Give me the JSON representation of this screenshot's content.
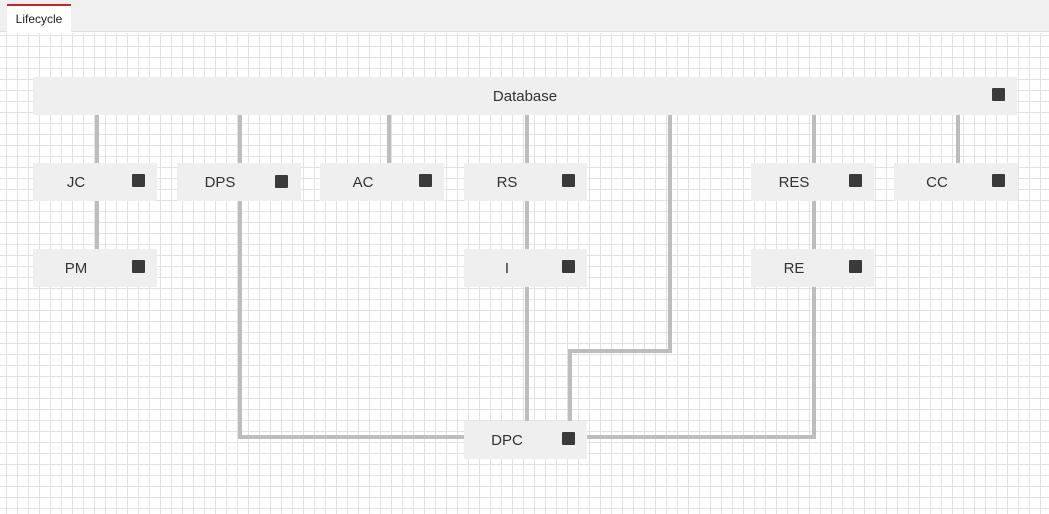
{
  "tabs": [
    {
      "label": "Lifecycle",
      "active": true
    }
  ],
  "nodes": {
    "database": {
      "label": "Database"
    },
    "jc": {
      "label": "JC"
    },
    "dps": {
      "label": "DPS"
    },
    "ac": {
      "label": "AC"
    },
    "rs": {
      "label": "RS"
    },
    "res": {
      "label": "RES"
    },
    "cc": {
      "label": "CC"
    },
    "pm": {
      "label": "PM"
    },
    "i": {
      "label": "I"
    },
    "re": {
      "label": "RE"
    },
    "dpc": {
      "label": "DPC"
    }
  },
  "colors": {
    "node_bg": "#efefef",
    "handle": "#3a3a3a",
    "wire": "#bdbdbd",
    "tab_accent": "#c0282d",
    "grid": "#e2e2e2"
  },
  "connections": [
    [
      "database",
      "jc"
    ],
    [
      "database",
      "dps"
    ],
    [
      "database",
      "ac"
    ],
    [
      "database",
      "rs"
    ],
    [
      "database",
      "res"
    ],
    [
      "database",
      "cc"
    ],
    [
      "database",
      "dpc"
    ],
    [
      "jc",
      "pm"
    ],
    [
      "rs",
      "i"
    ],
    [
      "i",
      "dpc"
    ],
    [
      "res",
      "re"
    ],
    [
      "dps",
      "dpc"
    ],
    [
      "re",
      "dpc"
    ]
  ]
}
